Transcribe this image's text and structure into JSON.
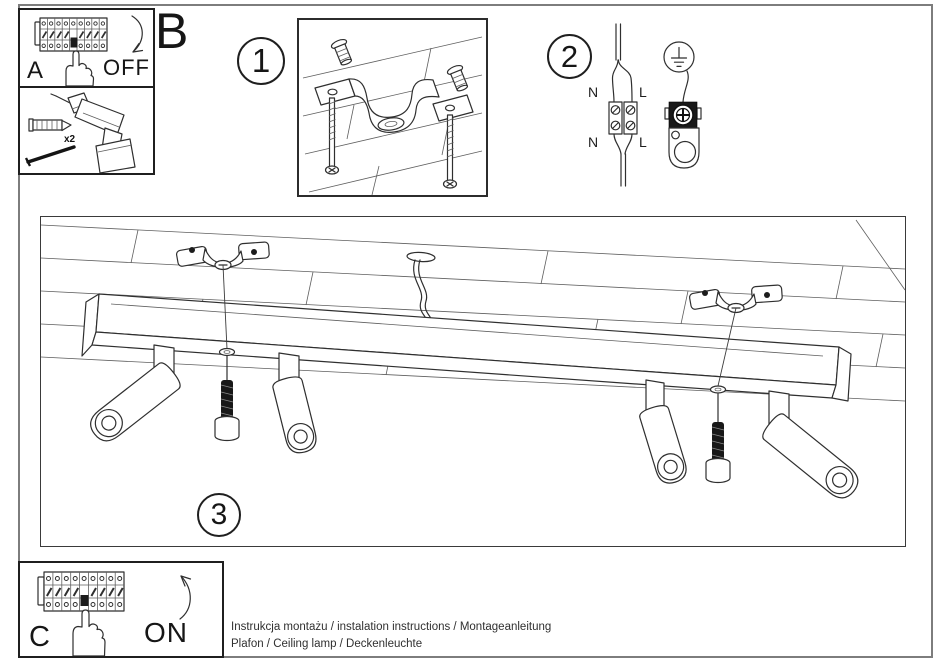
{
  "page": {
    "section_label": "B",
    "step_numbers": {
      "step1": "1",
      "step2": "2",
      "step3": "3"
    },
    "panel_off": {
      "label": "A",
      "state": "OFF"
    },
    "panel_on": {
      "label": "C",
      "state": "ON"
    },
    "tools": {
      "anchor_qty": "x2"
    },
    "wiring": {
      "n_top": "N",
      "l_top": "L",
      "n_bottom": "N",
      "l_bottom": "L"
    },
    "footer": {
      "line1": "Instrukcja montażu / instalation instructions / Montageanleitung",
      "line2": "Plafon / Ceiling lamp / Deckenleuchte"
    },
    "colors": {
      "ink": "#2f2f2f",
      "page_border": "#7d7d7d",
      "screw_black": "#191919"
    }
  }
}
